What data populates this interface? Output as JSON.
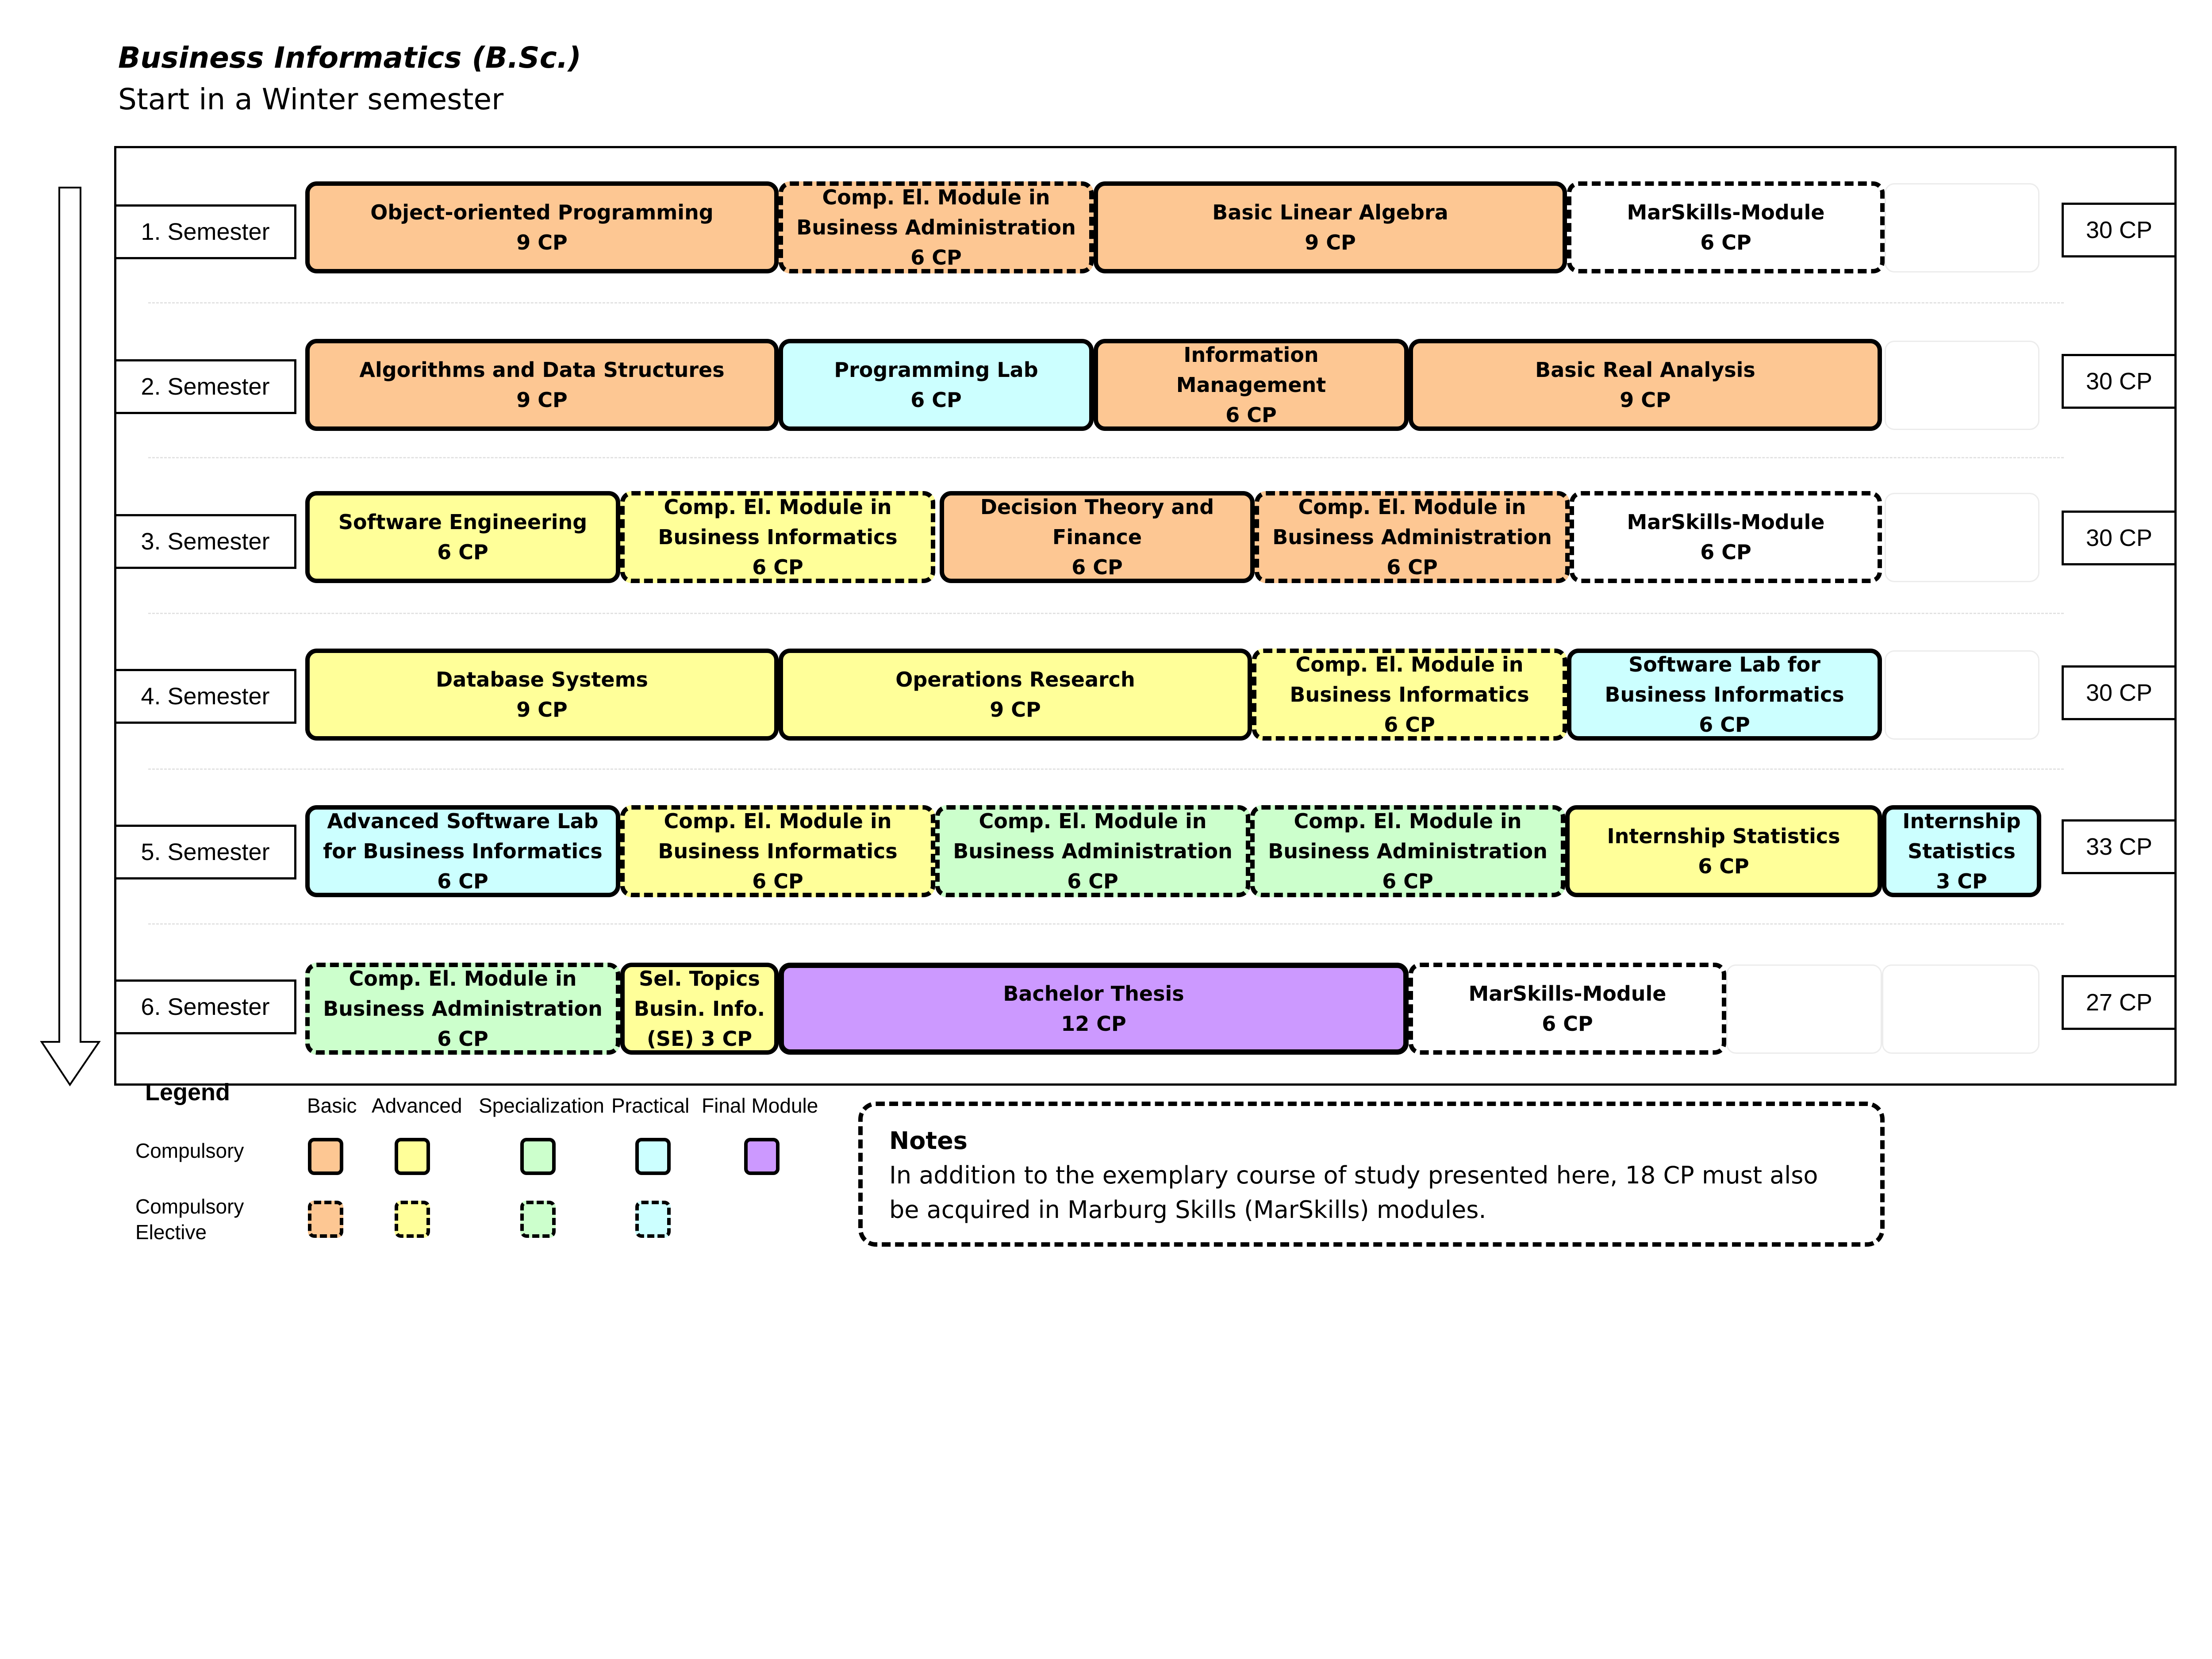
{
  "header": {
    "title": "Business Informatics (B.Sc.)",
    "subtitle": "Start in a Winter semester"
  },
  "colors": {
    "basic": "#fdc793",
    "advanced": "#ffff99",
    "specialization": "#ccffcc",
    "practical": "#ccffff",
    "final": "#cc99ff"
  },
  "semesters": [
    {
      "label": "1. Semester",
      "cp": "30 CP",
      "modules": [
        {
          "lines": [
            "Object-oriented Programming",
            "9 CP"
          ],
          "category": "basic",
          "dashed": false
        },
        {
          "lines": [
            "Comp. El. Module in",
            "Business Administration",
            "6 CP"
          ],
          "category": "basic",
          "dashed": true
        },
        {
          "lines": [
            "Basic Linear Algebra",
            "9 CP"
          ],
          "category": "basic",
          "dashed": false
        },
        {
          "lines": [
            "MarSkills-Module",
            "6 CP"
          ],
          "category": "plain",
          "dashed": true
        }
      ]
    },
    {
      "label": "2. Semester",
      "cp": "30 CP",
      "modules": [
        {
          "lines": [
            "Algorithms and Data Structures",
            "9 CP"
          ],
          "category": "basic",
          "dashed": false
        },
        {
          "lines": [
            "Programming Lab",
            "6 CP"
          ],
          "category": "practical",
          "dashed": false
        },
        {
          "lines": [
            "Information",
            "Management",
            "6 CP"
          ],
          "category": "basic",
          "dashed": false
        },
        {
          "lines": [
            "Basic Real Analysis",
            "9 CP"
          ],
          "category": "basic",
          "dashed": false
        }
      ]
    },
    {
      "label": "3. Semester",
      "cp": "30 CP",
      "modules": [
        {
          "lines": [
            "Software Engineering",
            "6 CP"
          ],
          "category": "advanced",
          "dashed": false
        },
        {
          "lines": [
            "Comp. El. Module in",
            "Business Informatics",
            "6 CP"
          ],
          "category": "advanced",
          "dashed": true
        },
        {
          "lines": [
            "Decision Theory and",
            "Finance",
            "6 CP"
          ],
          "category": "basic",
          "dashed": false
        },
        {
          "lines": [
            "Comp. El. Module in",
            "Business Administration",
            "6 CP"
          ],
          "category": "basic",
          "dashed": true
        },
        {
          "lines": [
            "MarSkills-Module",
            "6 CP"
          ],
          "category": "plain",
          "dashed": true
        }
      ]
    },
    {
      "label": "4. Semester",
      "cp": "30 CP",
      "modules": [
        {
          "lines": [
            "Database Systems",
            "9 CP"
          ],
          "category": "advanced",
          "dashed": false
        },
        {
          "lines": [
            "Operations Research",
            "9 CP"
          ],
          "category": "advanced",
          "dashed": false
        },
        {
          "lines": [
            "Comp. El. Module in",
            "Business Informatics",
            "6 CP"
          ],
          "category": "advanced",
          "dashed": true
        },
        {
          "lines": [
            "Software Lab for",
            "Business Informatics",
            "6 CP"
          ],
          "category": "practical",
          "dashed": false
        }
      ]
    },
    {
      "label": "5. Semester",
      "cp": "33 CP",
      "modules": [
        {
          "lines": [
            "Advanced Software Lab",
            "for Business Informatics",
            "6 CP"
          ],
          "category": "practical",
          "dashed": false
        },
        {
          "lines": [
            "Comp. El. Module in",
            "Business Informatics",
            "6 CP"
          ],
          "category": "advanced",
          "dashed": true
        },
        {
          "lines": [
            "Comp. El. Module in",
            "Business Administration",
            "6 CP"
          ],
          "category": "special",
          "dashed": true
        },
        {
          "lines": [
            "Comp. El. Module in",
            "Business Administration",
            "6 CP"
          ],
          "category": "special",
          "dashed": true
        },
        {
          "lines": [
            "Internship Statistics",
            "6 CP"
          ],
          "category": "advanced",
          "dashed": false
        },
        {
          "lines": [
            "Internship",
            "Statistics",
            "3 CP"
          ],
          "category": "practical",
          "dashed": false
        }
      ]
    },
    {
      "label": "6. Semester",
      "cp": "27 CP",
      "modules": [
        {
          "lines": [
            "Comp. El. Module in",
            "Business Administration",
            "6 CP"
          ],
          "category": "special",
          "dashed": true
        },
        {
          "lines": [
            "Sel. Topics",
            "Busin. Info.",
            "(SE) 3 CP"
          ],
          "category": "advanced",
          "dashed": false
        },
        {
          "lines": [
            "Bachelor Thesis",
            "12 CP"
          ],
          "category": "final",
          "dashed": false
        },
        {
          "lines": [
            "MarSkills-Module",
            "6 CP"
          ],
          "category": "plain",
          "dashed": true
        }
      ]
    }
  ],
  "legend": {
    "title": "Legend",
    "headers": [
      "Basic",
      "Advanced",
      "Specialization",
      "Practical",
      "Final Module"
    ],
    "row_compulsory": "Compulsory",
    "row_elective_line1": "Compulsory",
    "row_elective_line2": "Elective"
  },
  "notes": {
    "title": "Notes",
    "text": "In addition to the exemplary course of study presented here, 18 CP must also be acquired in Marburg Skills (MarSkills) modules."
  }
}
